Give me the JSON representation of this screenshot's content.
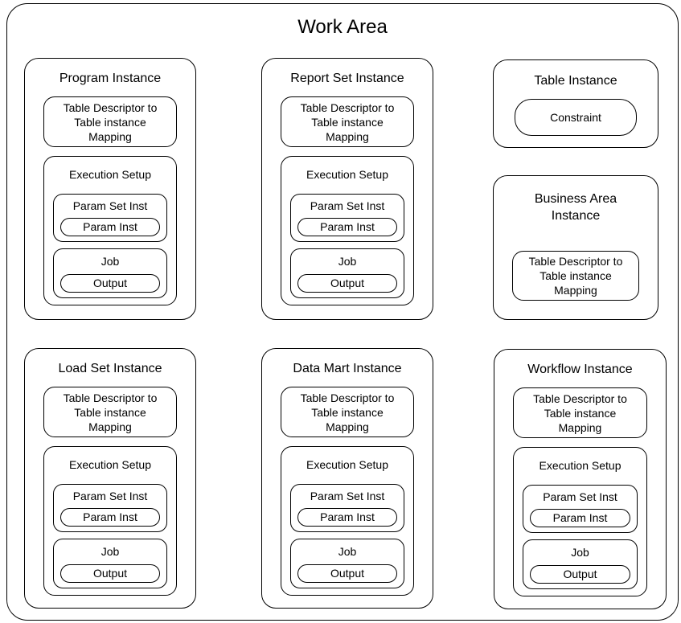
{
  "work_area": {
    "title": "Work Area"
  },
  "panels": {
    "program": {
      "title": "Program Instance"
    },
    "report_set": {
      "title": "Report Set Instance"
    },
    "table": {
      "title": "Table Instance",
      "constraint": "Constraint"
    },
    "business_area": {
      "title": "Business Area Instance"
    },
    "load_set": {
      "title": "Load Set Instance"
    },
    "data_mart": {
      "title": "Data Mart Instance"
    },
    "workflow": {
      "title": "Workflow Instance"
    }
  },
  "labels": {
    "td_mapping": "Table Descriptor to Table instance Mapping",
    "execution_setup": "Execution Setup",
    "param_set_inst": "Param Set Inst",
    "param_inst": "Param Inst",
    "job": "Job",
    "output": "Output"
  },
  "colors": {
    "border": "#000000",
    "background": "#ffffff",
    "text": "#000000"
  }
}
